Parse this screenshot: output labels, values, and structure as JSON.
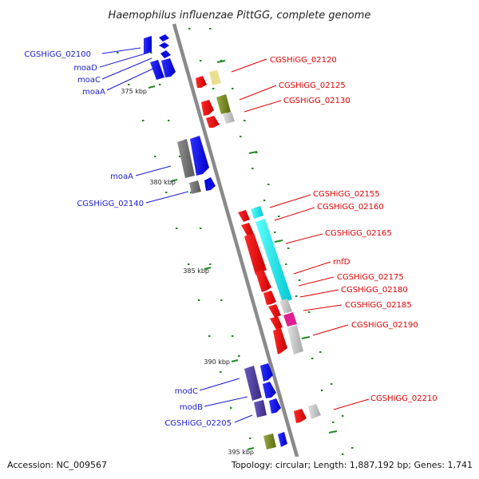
{
  "title": "Haemophilus influenzae PittGG, complete genome",
  "footer": {
    "accession": "Accession: NC_009567",
    "topology": "Topology: circular; Length: 1,887,192 bp; Genes: 1,741"
  },
  "kbp_labels": [
    "375 kbp",
    "380 kbp",
    "385 kbp",
    "390 kbp",
    "395 kbp"
  ],
  "left_labels": [
    "CGSHiGG_02100",
    "moaD",
    "moaC",
    "moaA",
    "moaA",
    "CGSHiGG_02140",
    "modC",
    "modB",
    "CGSHiGG_02205"
  ],
  "right_labels": [
    "CGSHiGG_02120",
    "CGSHiGG_02125",
    "CGSHiGG_02130",
    "CGSHiGG_02155",
    "CGSHiGG_02160",
    "CGSHiGG_02165",
    "rnfD",
    "CGSHiGG_02175",
    "CGSHiGG_02180",
    "CGSHiGG_02185",
    "CGSHiGG_02190",
    "CGSHiGG_02210"
  ],
  "colors": {
    "backbone": "#8a8a8a",
    "tick_green": "#1f8a1f",
    "label_blue": "#1a1ad0",
    "label_red": "#e00000",
    "gene_blue": "#0a0ae0",
    "gene_red": "#e80000",
    "gene_gray": "#707070",
    "gene_lightgray": "#c0c0c0",
    "gene_cyan": "#00e8e8",
    "gene_olive": "#7a8a20",
    "gene_khaki": "#e8e090",
    "gene_magenta": "#e02090",
    "gene_indigo": "#4a3aa0"
  }
}
